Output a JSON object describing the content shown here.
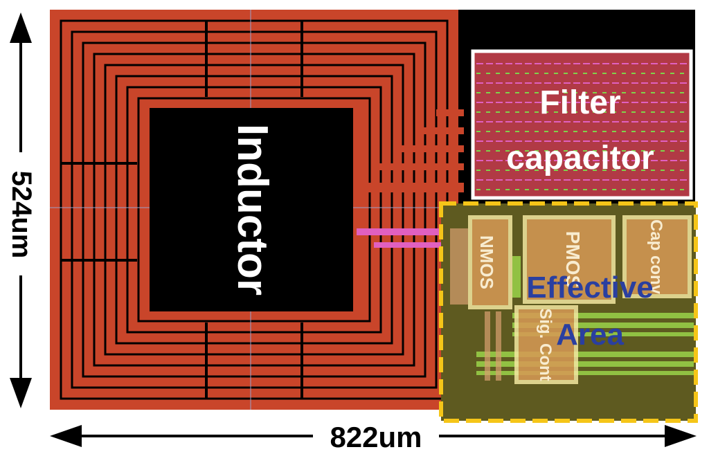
{
  "labels": {
    "inductor": "Inductor",
    "filter_capacitor_line1": "Filter",
    "filter_capacitor_line2": "capacitor",
    "effective_area_line1": "Effective",
    "effective_area_line2": "Area",
    "nmos": "NMOS",
    "pmos": "PMOS",
    "cap_conv": "Cap conv",
    "sig_cont": "Sig. Cont"
  },
  "dimensions": {
    "height": "524um",
    "width": "822um"
  },
  "colors": {
    "inductor_metal": "#c9452a",
    "background": "#000000",
    "capacitor_fill": "#b13a45",
    "capacitor_stripe_green": "#7fd34a",
    "capacitor_stripe_magenta": "#e060c0",
    "effective_area_fill": "#5e5a20",
    "effective_border": "#f5c518",
    "block_border": "#f3e7a0",
    "effective_text": "#2a3fa0",
    "white": "#ffffff"
  },
  "icons": [
    "double-arrow-vertical-icon",
    "double-arrow-horizontal-icon"
  ]
}
